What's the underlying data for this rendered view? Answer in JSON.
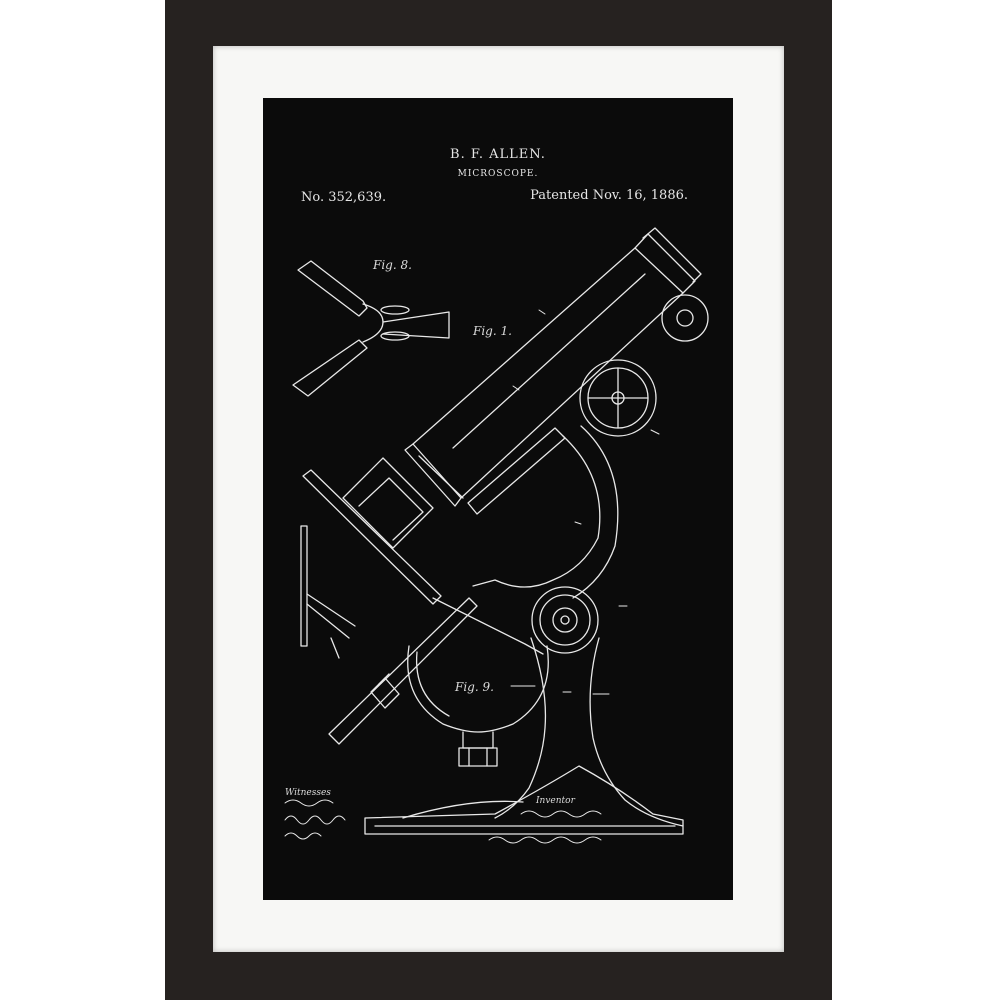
{
  "patent": {
    "inventor": "B. F. ALLEN.",
    "title": "MICROSCOPE.",
    "number": "No. 352,639.",
    "date": "Patented Nov. 16, 1886."
  },
  "figures": {
    "fig8": "Fig. 8.",
    "fig1": "Fig. 1.",
    "fig9": "Fig. 9."
  },
  "signatures": {
    "witnesses": "Witnesses",
    "inventor_label": "Inventor"
  },
  "colors": {
    "frame": "#262220",
    "mat": "#f7f7f5",
    "print": "#0b0b0b",
    "lines": "#e8e8e8"
  }
}
